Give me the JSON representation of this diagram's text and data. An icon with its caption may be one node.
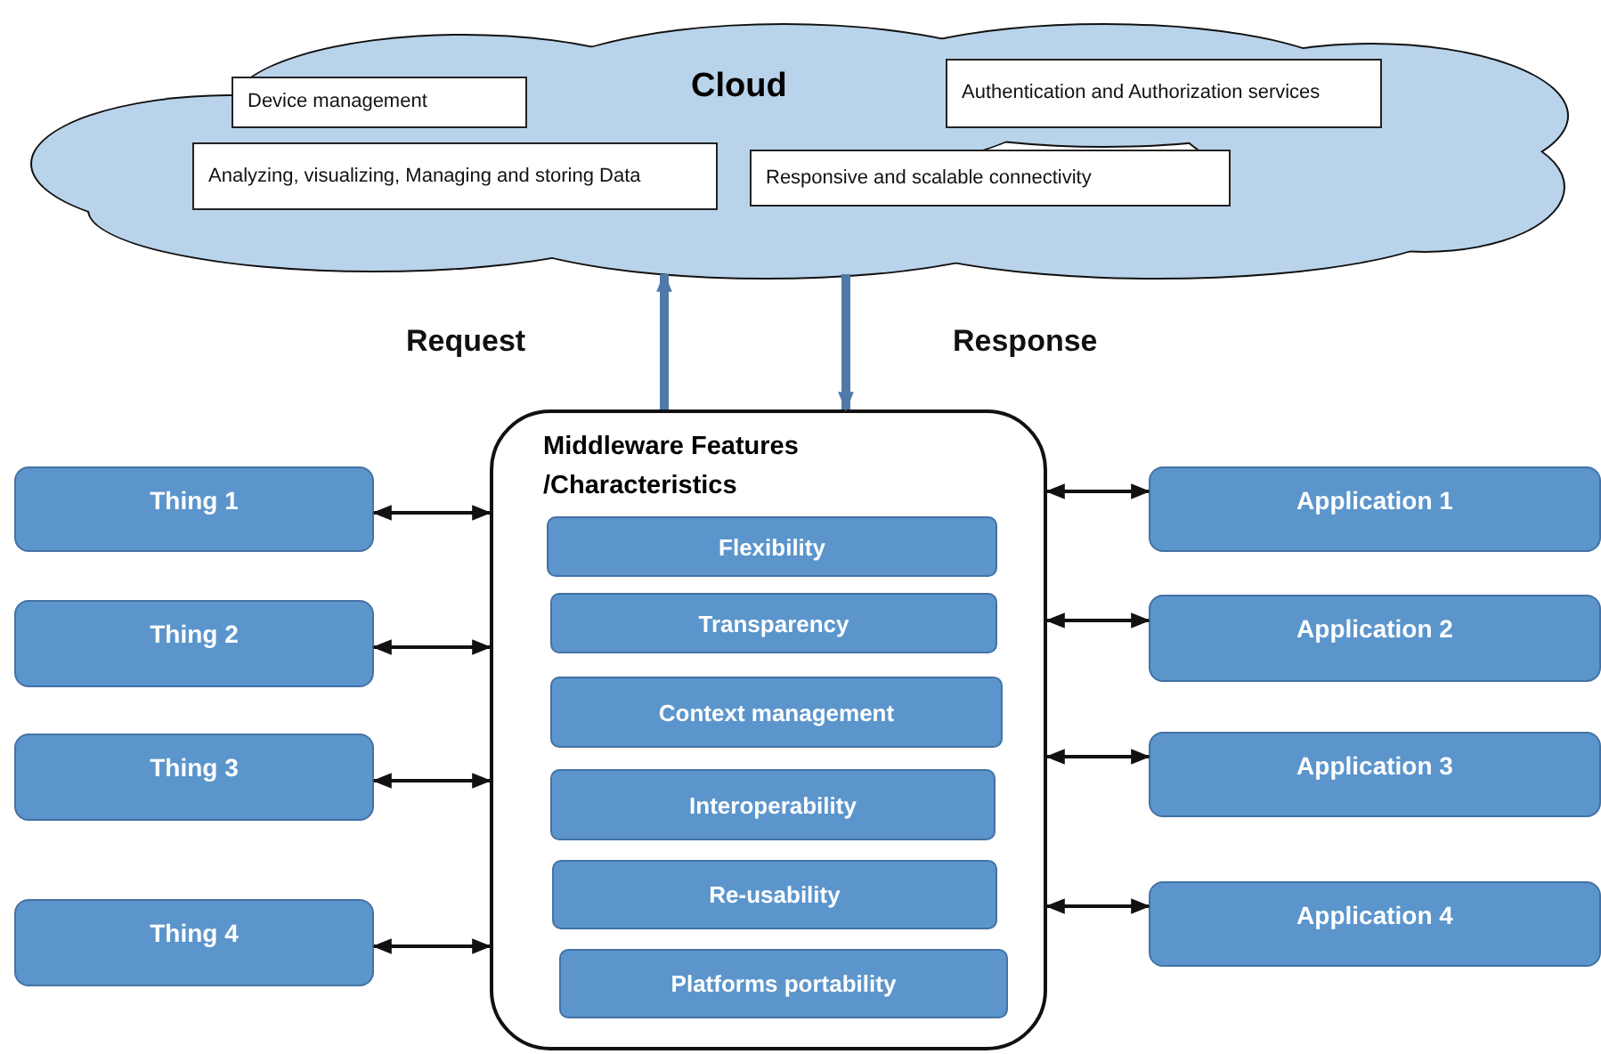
{
  "diagram": {
    "nodes": [
      {
        "text": [
          "Cloud"
        ]
      },
      {
        "text": [
          "Device management"
        ],
        "in": 0
      },
      {
        "text": [
          "Authentication and Authorization services"
        ],
        "in": 0
      },
      {
        "text": [
          "Analyzing, visualizing, Managing and storing Data"
        ],
        "in": 0
      },
      {
        "text": [
          "Responsive and scalable connectivity"
        ],
        "in": 0
      },
      {
        "text": [
          "Middleware Features /Characteristics"
        ]
      },
      {
        "text": [
          "Flexibility"
        ],
        "in": 5
      },
      {
        "text": [
          "Transparency"
        ],
        "in": 5
      },
      {
        "text": [
          "Context management"
        ],
        "in": 5
      },
      {
        "text": [
          "Interoperability"
        ],
        "in": 5
      },
      {
        "text": [
          "Re-usability"
        ],
        "in": 5
      },
      {
        "text": [
          "Platforms portability"
        ],
        "in": 5
      },
      {
        "text": [
          "Thing 1"
        ]
      },
      {
        "text": [
          "Thing 2"
        ]
      },
      {
        "text": [
          "Thing 3"
        ]
      },
      {
        "text": [
          "Thing 4"
        ]
      },
      {
        "text": [
          "Application 1"
        ]
      },
      {
        "text": [
          "Application 2"
        ]
      },
      {
        "text": [
          "Application 3"
        ]
      },
      {
        "text": [
          "Application 4"
        ]
      }
    ],
    "edges": [
      {
        "from": 5,
        "to": 0,
        "arrow": "to",
        "label": "Request",
        "color": "#4f7aa8",
        "style": "thick"
      },
      {
        "from": 0,
        "to": 5,
        "arrow": "to",
        "label": "Response",
        "color": "#4f7aa8",
        "style": "thick"
      },
      {
        "from": 12,
        "to": 5,
        "arrow": "both"
      },
      {
        "from": 13,
        "to": 5,
        "arrow": "both"
      },
      {
        "from": 14,
        "to": 5,
        "arrow": "both"
      },
      {
        "from": 15,
        "to": 5,
        "arrow": "both"
      },
      {
        "from": 5,
        "to": 16,
        "arrow": "both"
      },
      {
        "from": 5,
        "to": 17,
        "arrow": "both"
      },
      {
        "from": 5,
        "to": 18,
        "arrow": "both"
      },
      {
        "from": 5,
        "to": 19,
        "arrow": "both"
      }
    ]
  }
}
